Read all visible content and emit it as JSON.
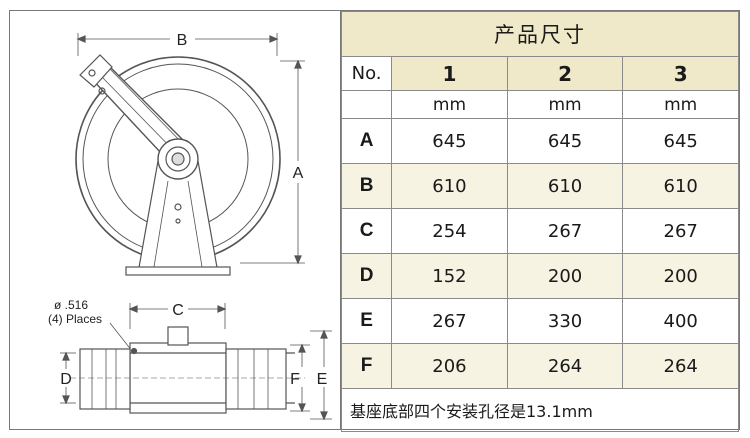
{
  "drawing": {
    "top_labels": {
      "width": "B",
      "height": "A"
    },
    "bottom_labels": {
      "hole_dia": "ø .516",
      "hole_count": "(4) Places",
      "base_width": "C",
      "side_d": "D",
      "side_f": "F",
      "side_e": "E"
    }
  },
  "table": {
    "title": "产品尺寸",
    "header": {
      "no_label": "No.",
      "columns": [
        "1",
        "2",
        "3"
      ]
    },
    "units": [
      "mm",
      "mm",
      "mm"
    ],
    "rows": [
      {
        "label": "A",
        "values": [
          "645",
          "645",
          "645"
        ]
      },
      {
        "label": "B",
        "values": [
          "610",
          "610",
          "610"
        ]
      },
      {
        "label": "C",
        "values": [
          "254",
          "267",
          "267"
        ]
      },
      {
        "label": "D",
        "values": [
          "152",
          "200",
          "200"
        ]
      },
      {
        "label": "E",
        "values": [
          "267",
          "330",
          "400"
        ]
      },
      {
        "label": "F",
        "values": [
          "206",
          "264",
          "264"
        ]
      }
    ],
    "note": "基座底部四个安装孔径是13.1mm"
  },
  "colors": {
    "header_bg": "#efe9c9",
    "alt_row_bg": "#f7f3e2",
    "border": "#8a8a8a",
    "drawing_stroke": "#555555"
  }
}
